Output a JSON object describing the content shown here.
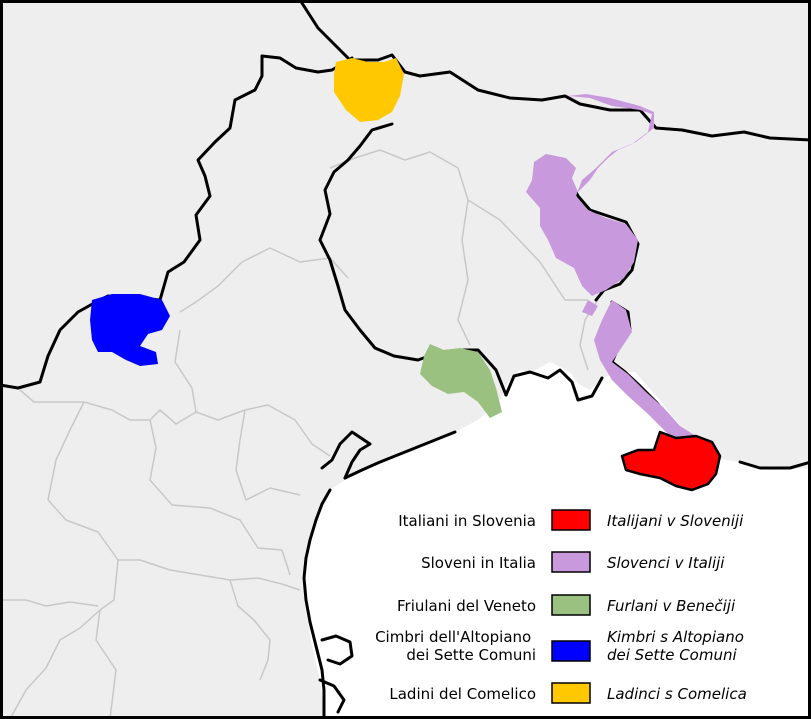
{
  "legend": {
    "items": [
      {
        "italian_lines": [
          "Italiani in Slovenia"
        ],
        "slovene_lines": [
          "Italijani v Sloveniji"
        ],
        "color": "#ff0000",
        "icon": "red-swatch"
      },
      {
        "italian_lines": [
          "Sloveni in Italia"
        ],
        "slovene_lines": [
          "Slovenci v Italiji"
        ],
        "color": "#c999dd",
        "icon": "lavender-swatch"
      },
      {
        "italian_lines": [
          "Friulani del Veneto"
        ],
        "slovene_lines": [
          "Furlani v Benečiji"
        ],
        "color": "#9bc180",
        "icon": "green-swatch"
      },
      {
        "italian_lines": [
          "Cimbri dell'Altopiano",
          "dei Sette Comuni"
        ],
        "slovene_lines": [
          "Kimbri s Altopiano",
          "dei Sette Comuni"
        ],
        "color": "#0000ff",
        "icon": "blue-swatch"
      },
      {
        "italian_lines": [
          "Ladini del Comelico"
        ],
        "slovene_lines": [
          "Ladinci s Comelica"
        ],
        "color": "#ffc800",
        "icon": "yellow-swatch"
      }
    ]
  },
  "colors": {
    "land": "#eeeeee",
    "sea": "#ffffff",
    "internal_border": "#c8c8c8",
    "regional_border": "#000000"
  }
}
